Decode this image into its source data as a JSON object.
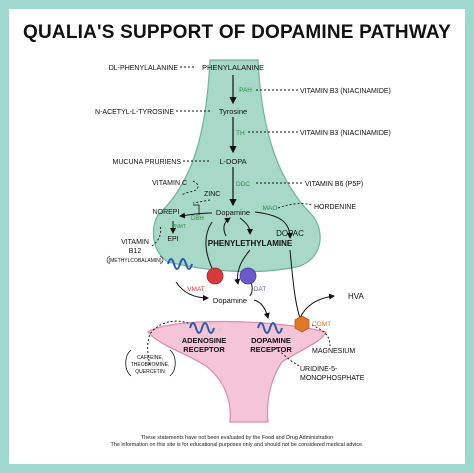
{
  "title": "QUALIA'S SUPPORT OF DOPAMINE PATHWAY",
  "compounds": {
    "phenylalanine": "PHENYLALANINE",
    "tyrosine": "Tyrosine",
    "ldopa": "L-DOPA",
    "dopamine_inner": "Dopamine",
    "phenylethylamine": "PHENYLETHYLAMINE",
    "dopac": "DOPAC",
    "dopamine_outer": "Dopamine",
    "hva": "HVA",
    "norepi": "NOREPI",
    "epi": "EPI"
  },
  "enzymes": {
    "pah": "PAH",
    "th": "TH",
    "ddc": "DDC",
    "dbh": "DBH",
    "pnmt": "PNMT",
    "mao": "MAO",
    "comt": "COMT",
    "vmat": "VMAT",
    "dat": "DAT"
  },
  "supplements": {
    "dl_phenylalanine": "DL-PHENYLALANINE",
    "vit_b3_1": "VITAMIN B3 (NIACINAMIDE)",
    "n_acetyl": "N-ACETYL-L-TYROSINE",
    "vit_b3_2": "VITAMIN B3 (NIACINAMIDE)",
    "mucuna": "MUCUNA PRURIENS",
    "vit_c": "VITAMIN  C",
    "zinc": "ZINC",
    "vit_b6": "VITAMIN B6 (P5P)",
    "hordenine": "HORDENINE",
    "vit_b12": "VITAMIN",
    "vit_b12_line2": "B12",
    "methylcobalamin": "(METHYLCOBALAMIN)",
    "magnesium": "MAGNESIUM",
    "uridine_1": "URIDINE-5-",
    "uridine_2": "MONOPHOSPHATE",
    "caffeine_1": "CAFFEINE,",
    "caffeine_2": "THEOBROMINE,",
    "caffeine_3": "QUERCETIN"
  },
  "receptors": {
    "adenosine_1": "ADENOSINE",
    "adenosine_2": "RECEPTOR",
    "dopamine_1": "DOPAMINE",
    "dopamine_2": "RECEPTOR"
  },
  "footer": {
    "line1": "These statements have not been evaluated by the Food and Drug Administration",
    "line2": "The information on this site is for educational purposes only and should not be considered medical advice."
  },
  "colors": {
    "border": "#9fd8cc",
    "neuron_fill": "#a8d8c8",
    "neuron_stroke": "#6fb3a3",
    "receptor_fill": "#f4c5d6",
    "receptor_stroke": "#e08aae",
    "enzyme_green": "#2f8a4a",
    "vmat_red": "#d63a3a",
    "dat_purple": "#6a5ac8",
    "comt_orange": "#e0782a",
    "receptor_blue": "#2a5aa8"
  }
}
